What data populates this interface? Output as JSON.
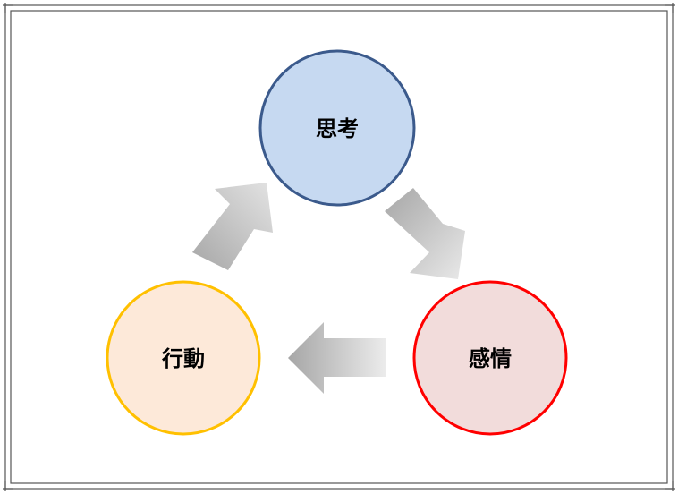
{
  "diagram": {
    "nodes": {
      "thought": {
        "label": "思考",
        "fill": "#c6d9f1",
        "stroke": "#3b5a8c"
      },
      "emotion": {
        "label": "感情",
        "fill": "#f2dcdb",
        "stroke": "#ff0000"
      },
      "action": {
        "label": "行動",
        "fill": "#fde9d9",
        "stroke": "#ffc000"
      }
    },
    "arrows": [
      "thought-to-emotion",
      "emotion-to-action",
      "action-to-thought"
    ],
    "colors": {
      "arrow_dark": "#a6a6a6",
      "arrow_light": "#e9e9e9",
      "frame": "#555555"
    }
  }
}
